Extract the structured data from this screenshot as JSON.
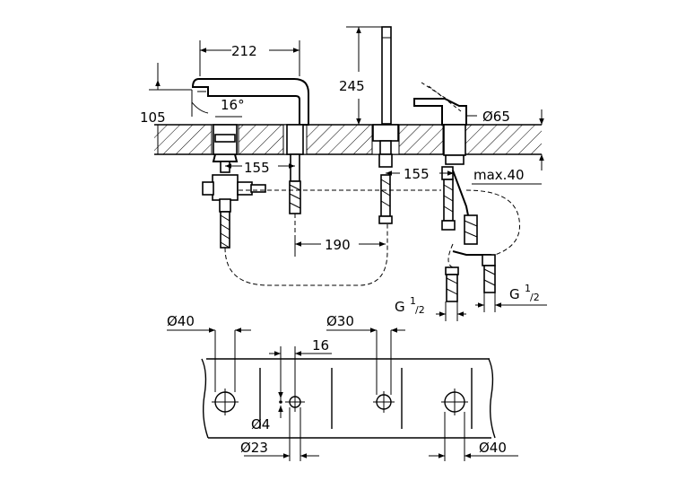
{
  "dimensions": {
    "spout_reach": "212",
    "spout_height": "105",
    "spout_angle": "16°",
    "shower_height": "245",
    "lever_diameter": "Ø65",
    "spacing_left": "155",
    "spacing_right": "155",
    "max_thickness": "max.40",
    "hose_spacing": "190",
    "thread_left_main": "G",
    "thread_left_sup": "1",
    "thread_left_sub": "/2",
    "thread_right_main": "G",
    "thread_right_sup": "1",
    "thread_right_sub": "/2",
    "hole_left": "Ø40",
    "hole_mid": "Ø30",
    "offset_16": "16",
    "small_hole": "Ø4",
    "hole_23": "Ø23",
    "hole_right": "Ø40"
  }
}
